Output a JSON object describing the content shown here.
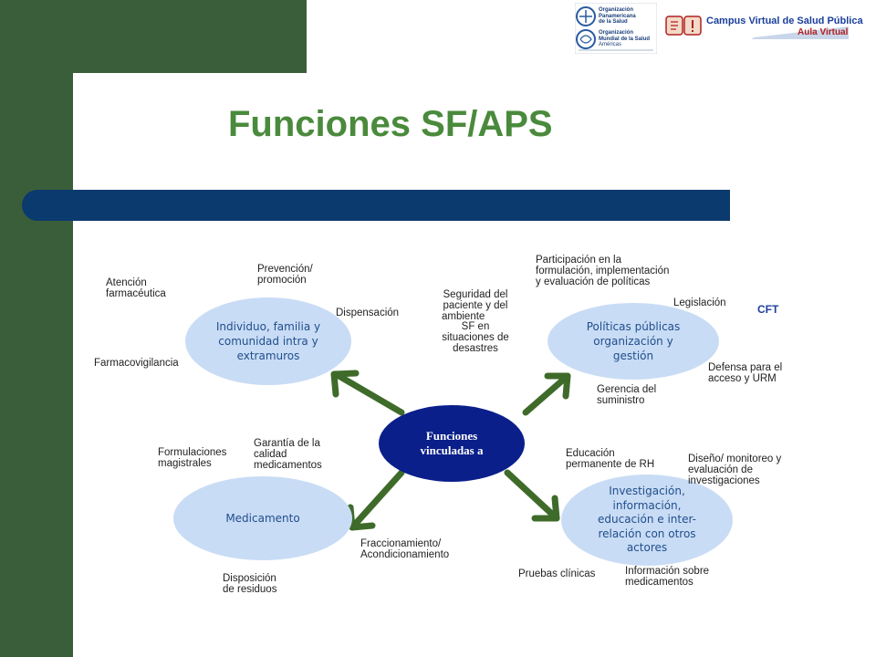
{
  "header": {
    "logos": {
      "ops_line1": "Organización",
      "ops_line2": "Panamericana",
      "ops_line3": "de la Salud",
      "oms_line1": "Organización",
      "oms_line2": "Mundial de la Salud",
      "oms_line3": "Américas",
      "campus_title": "Campus Virtual de Salud Pública",
      "campus_sub": "Aula Virtual",
      "colors": {
        "campus_red": "#b02020",
        "campus_blue": "#1a3f9a"
      }
    }
  },
  "title": "Funciones SF/APS",
  "colors": {
    "green": "#3b5e3a",
    "title": "#4a8a3c",
    "bar": "#0b3a6e",
    "ellipse": "#c9dcf5",
    "center": "#0a1f8a",
    "arrow": "#3f6b2a"
  },
  "diagram": {
    "center": {
      "line1": "Funciones",
      "line2": "vinculadas a"
    },
    "nodes": {
      "individuo": {
        "line1": "Individuo, familia y",
        "line2": "comunidad intra y",
        "line3": "extramuros"
      },
      "politicas": {
        "line1": "Políticas públicas",
        "line2": "organización y",
        "line3": "gestión"
      },
      "medicamento": {
        "line1": "Medicamento"
      },
      "investigacion": {
        "line1": "Investigación,",
        "line2": "información,",
        "line3": "educación  e inter-",
        "line4": "relación con otros",
        "line5": "actores"
      }
    },
    "labels": {
      "atencion": {
        "l1": "Atención",
        "l2": "farmacéutica"
      },
      "prevencion": {
        "l1": "Prevención/",
        "l2": "promoción"
      },
      "dispensacion": {
        "l1": "Dispensación"
      },
      "farmacovigilancia": {
        "l1": "Farmacovigilancia"
      },
      "seguridad": {
        "l1": "Seguridad del",
        "l2": "paciente y del",
        "l3": "ambiente",
        "l4": "SF en",
        "l5": "situaciones de",
        "l6": "desastres"
      },
      "participacion": {
        "l1": "Participación en la",
        "l2": "formulación, implementación",
        "l3": "y evaluación de políticas"
      },
      "legislacion": {
        "l1": "Legislación"
      },
      "cft": {
        "l1": "CFT"
      },
      "defensa": {
        "l1": "Defensa para el",
        "l2": "acceso y URM"
      },
      "gerencia": {
        "l1": "Gerencia del",
        "l2": "suministro"
      },
      "formulaciones": {
        "l1": "Formulaciones",
        "l2": "magistrales"
      },
      "garantia": {
        "l1": "Garantía de la",
        "l2": "calidad",
        "l3": "medicamentos"
      },
      "educacion": {
        "l1": "Educación",
        "l2": "permanente de RH"
      },
      "diseno": {
        "l1": "Diseño/ monitoreo y",
        "l2": "evaluación de",
        "l3": "investigaciones"
      },
      "fraccionamiento": {
        "l1": "Fraccionamiento/",
        "l2": "Acondicionamiento"
      },
      "disposicion": {
        "l1": "Disposición",
        "l2": "de residuos"
      },
      "pruebas": {
        "l1": "Pruebas clínicas"
      },
      "informacion": {
        "l1": "Información sobre",
        "l2": "medicamentos"
      }
    }
  }
}
